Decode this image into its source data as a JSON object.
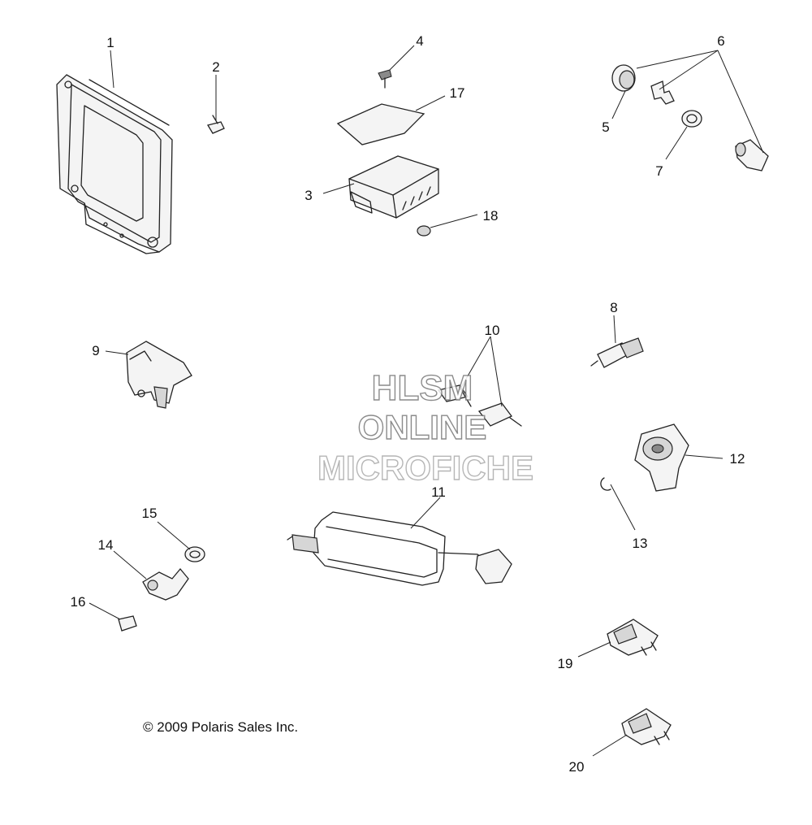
{
  "callouts": {
    "c1": "1",
    "c2": "2",
    "c3": "3",
    "c4": "4",
    "c5": "5",
    "c6": "6",
    "c7": "7",
    "c8": "8",
    "c9": "9",
    "c10": "10",
    "c11": "11",
    "c12": "12",
    "c13": "13",
    "c14": "14",
    "c15": "15",
    "c16": "16",
    "c17": "17",
    "c18": "18",
    "c19": "19",
    "c20": "20"
  },
  "watermark": {
    "line1": "HLSM",
    "line2": "ONLINE",
    "line3": "MICROFICHE"
  },
  "copyright": "© 2009 Polaris Sales Inc."
}
